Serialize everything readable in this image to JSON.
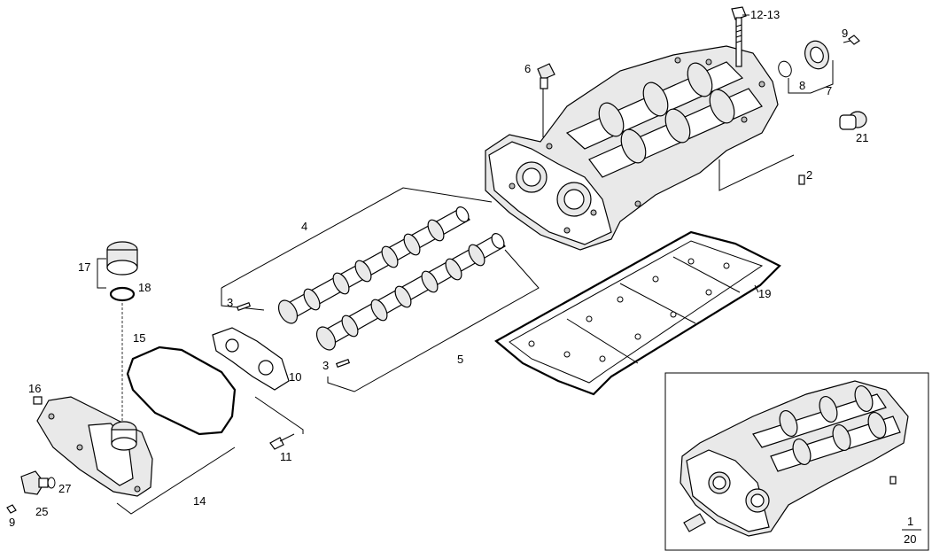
{
  "callouts": {
    "c1": "12-13",
    "c2": "9",
    "c3": "6",
    "c4": "8",
    "c5": "7",
    "c6": "21",
    "c7": "2",
    "c8": "4",
    "c9": "17",
    "c10": "18",
    "c11": "3",
    "c12": "19",
    "c13": "15",
    "c14": "10",
    "c15": "3",
    "c16": "5",
    "c17": "16",
    "c18": "11",
    "c19": "27",
    "c20": "14",
    "c21": "25",
    "c22": "9"
  },
  "inset": {
    "ref_num": "1",
    "ref_den": "20"
  }
}
